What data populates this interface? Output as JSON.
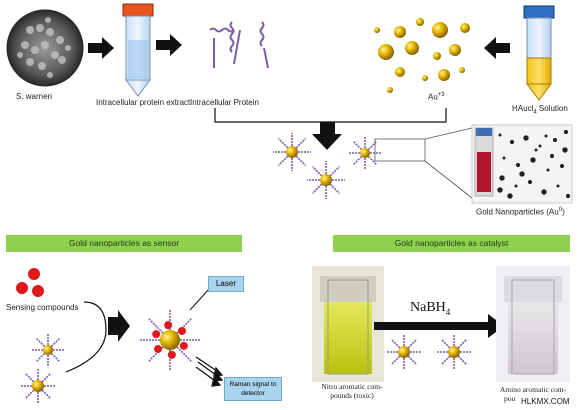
{
  "top_row": {
    "bacteria_label": "S. warneri",
    "extract_label": "Intracellular protein extract",
    "protein_label": "Intracellular Protein",
    "ion_label": "Au",
    "ion_charge": "+3",
    "solution_label_prefix": "HAucl",
    "solution_label_sub": "4",
    "solution_label_suffix": " Solution",
    "nanoparticles_label": "Gold Nanoparticles (Au",
    "nanoparticles_sup": "0",
    "nanoparticles_label_end": ")"
  },
  "sensor_panel": {
    "banner": "Gold nanoparticles as sensor",
    "sensing_label": "Sensing compounds",
    "laser_label": "Laser",
    "raman_label_line1": "Raman signal to",
    "raman_label_line2": "detector"
  },
  "catalyst_panel": {
    "banner": "Gold nanoparticles as  catalyst",
    "reagent_main": "NaBH",
    "reagent_sub": "4",
    "left_caption_line1": "Nitro aromatic com-",
    "left_caption_line2": "pounds (toxic)",
    "right_caption_line1": "Amino aromatic com-",
    "right_caption_line2": "pou",
    "watermark": "HLKMX.COM"
  },
  "colors": {
    "gold": "#d6a800",
    "protein_purple": "#7d5ba6",
    "banner_green": "#8fd14f",
    "red_dots": "#e0181c",
    "yellow_liquid": "#d7dd1a",
    "red_liquid": "#b01530"
  }
}
